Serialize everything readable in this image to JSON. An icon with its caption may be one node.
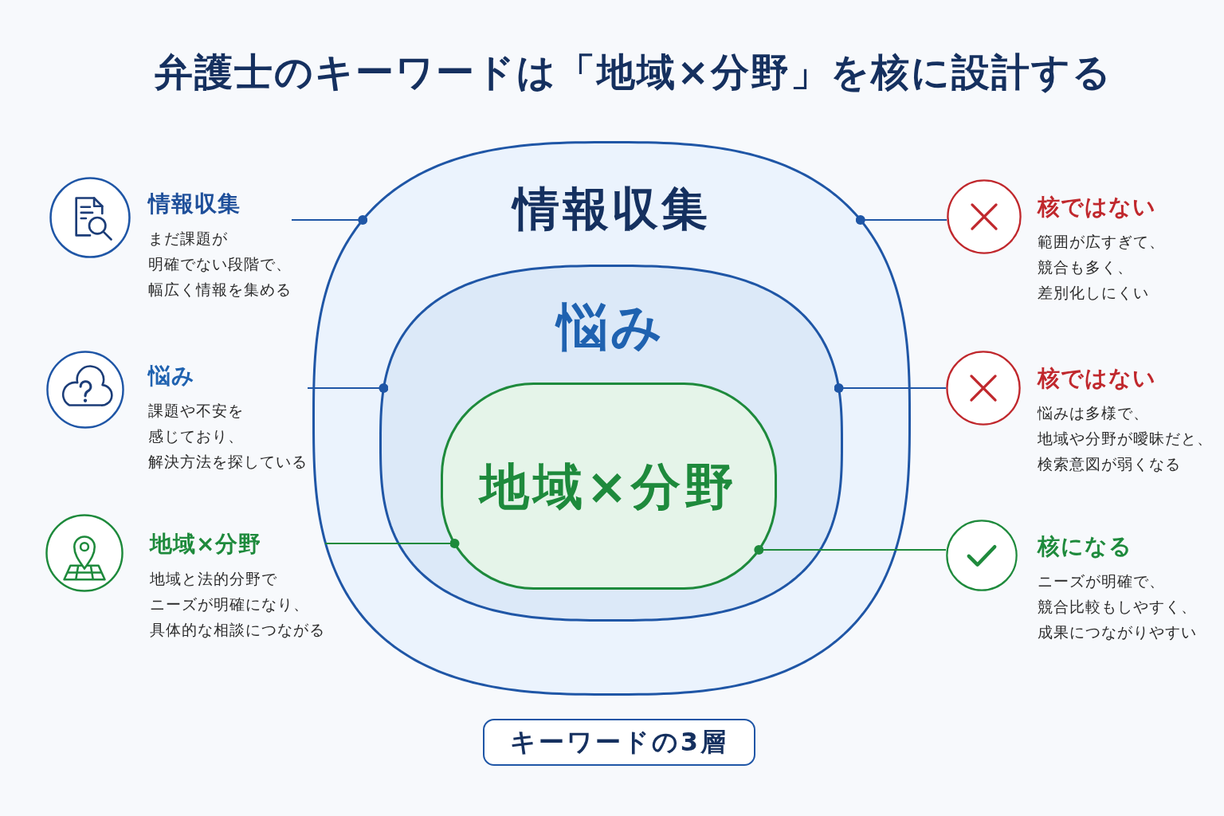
{
  "diagram": {
    "title": "弁護士のキーワードは「地域×分野」を核に設計する",
    "nodes": [
      {
        "text": [
          "情報収集"
        ]
      },
      {
        "text": [
          "悩み"
        ],
        "in": 0
      },
      {
        "text": [
          "地域×分野"
        ],
        "in": 1
      },
      {
        "text": [
          "情報収集",
          "まだ課題が明確でない段階で、幅広く情報を集める"
        ]
      },
      {
        "text": [
          "悩み",
          "課題や不安を感じており、解決方法を探している"
        ]
      },
      {
        "text": [
          "地域×分野",
          "地域と法的分野でニーズが明確になり、具体的な相談につながる"
        ]
      },
      {
        "text": [
          "核ではない",
          "範囲が広すぎて、競合も多く、差別化しにくい"
        ]
      },
      {
        "text": [
          "核ではない",
          "悩みは多様で、地域や分野が曖昧だと、検索意図が弱くなる"
        ]
      },
      {
        "text": [
          "核になる",
          "ニーズが明確で、競合比較もしやすく、成果につながりやすい"
        ]
      },
      {
        "text": [
          "キーワードの3層"
        ]
      }
    ],
    "edges": [
      {
        "from": 3,
        "to": 0,
        "arrow": "other"
      },
      {
        "from": 4,
        "to": 1,
        "arrow": "other"
      },
      {
        "from": 5,
        "to": 2,
        "arrow": "other",
        "color": "#1e8a3c"
      },
      {
        "from": 6,
        "to": 0,
        "arrow": "other"
      },
      {
        "from": 7,
        "to": 1,
        "arrow": "other"
      },
      {
        "from": 8,
        "to": 2,
        "arrow": "other",
        "color": "#1e8a3c"
      }
    ]
  }
}
